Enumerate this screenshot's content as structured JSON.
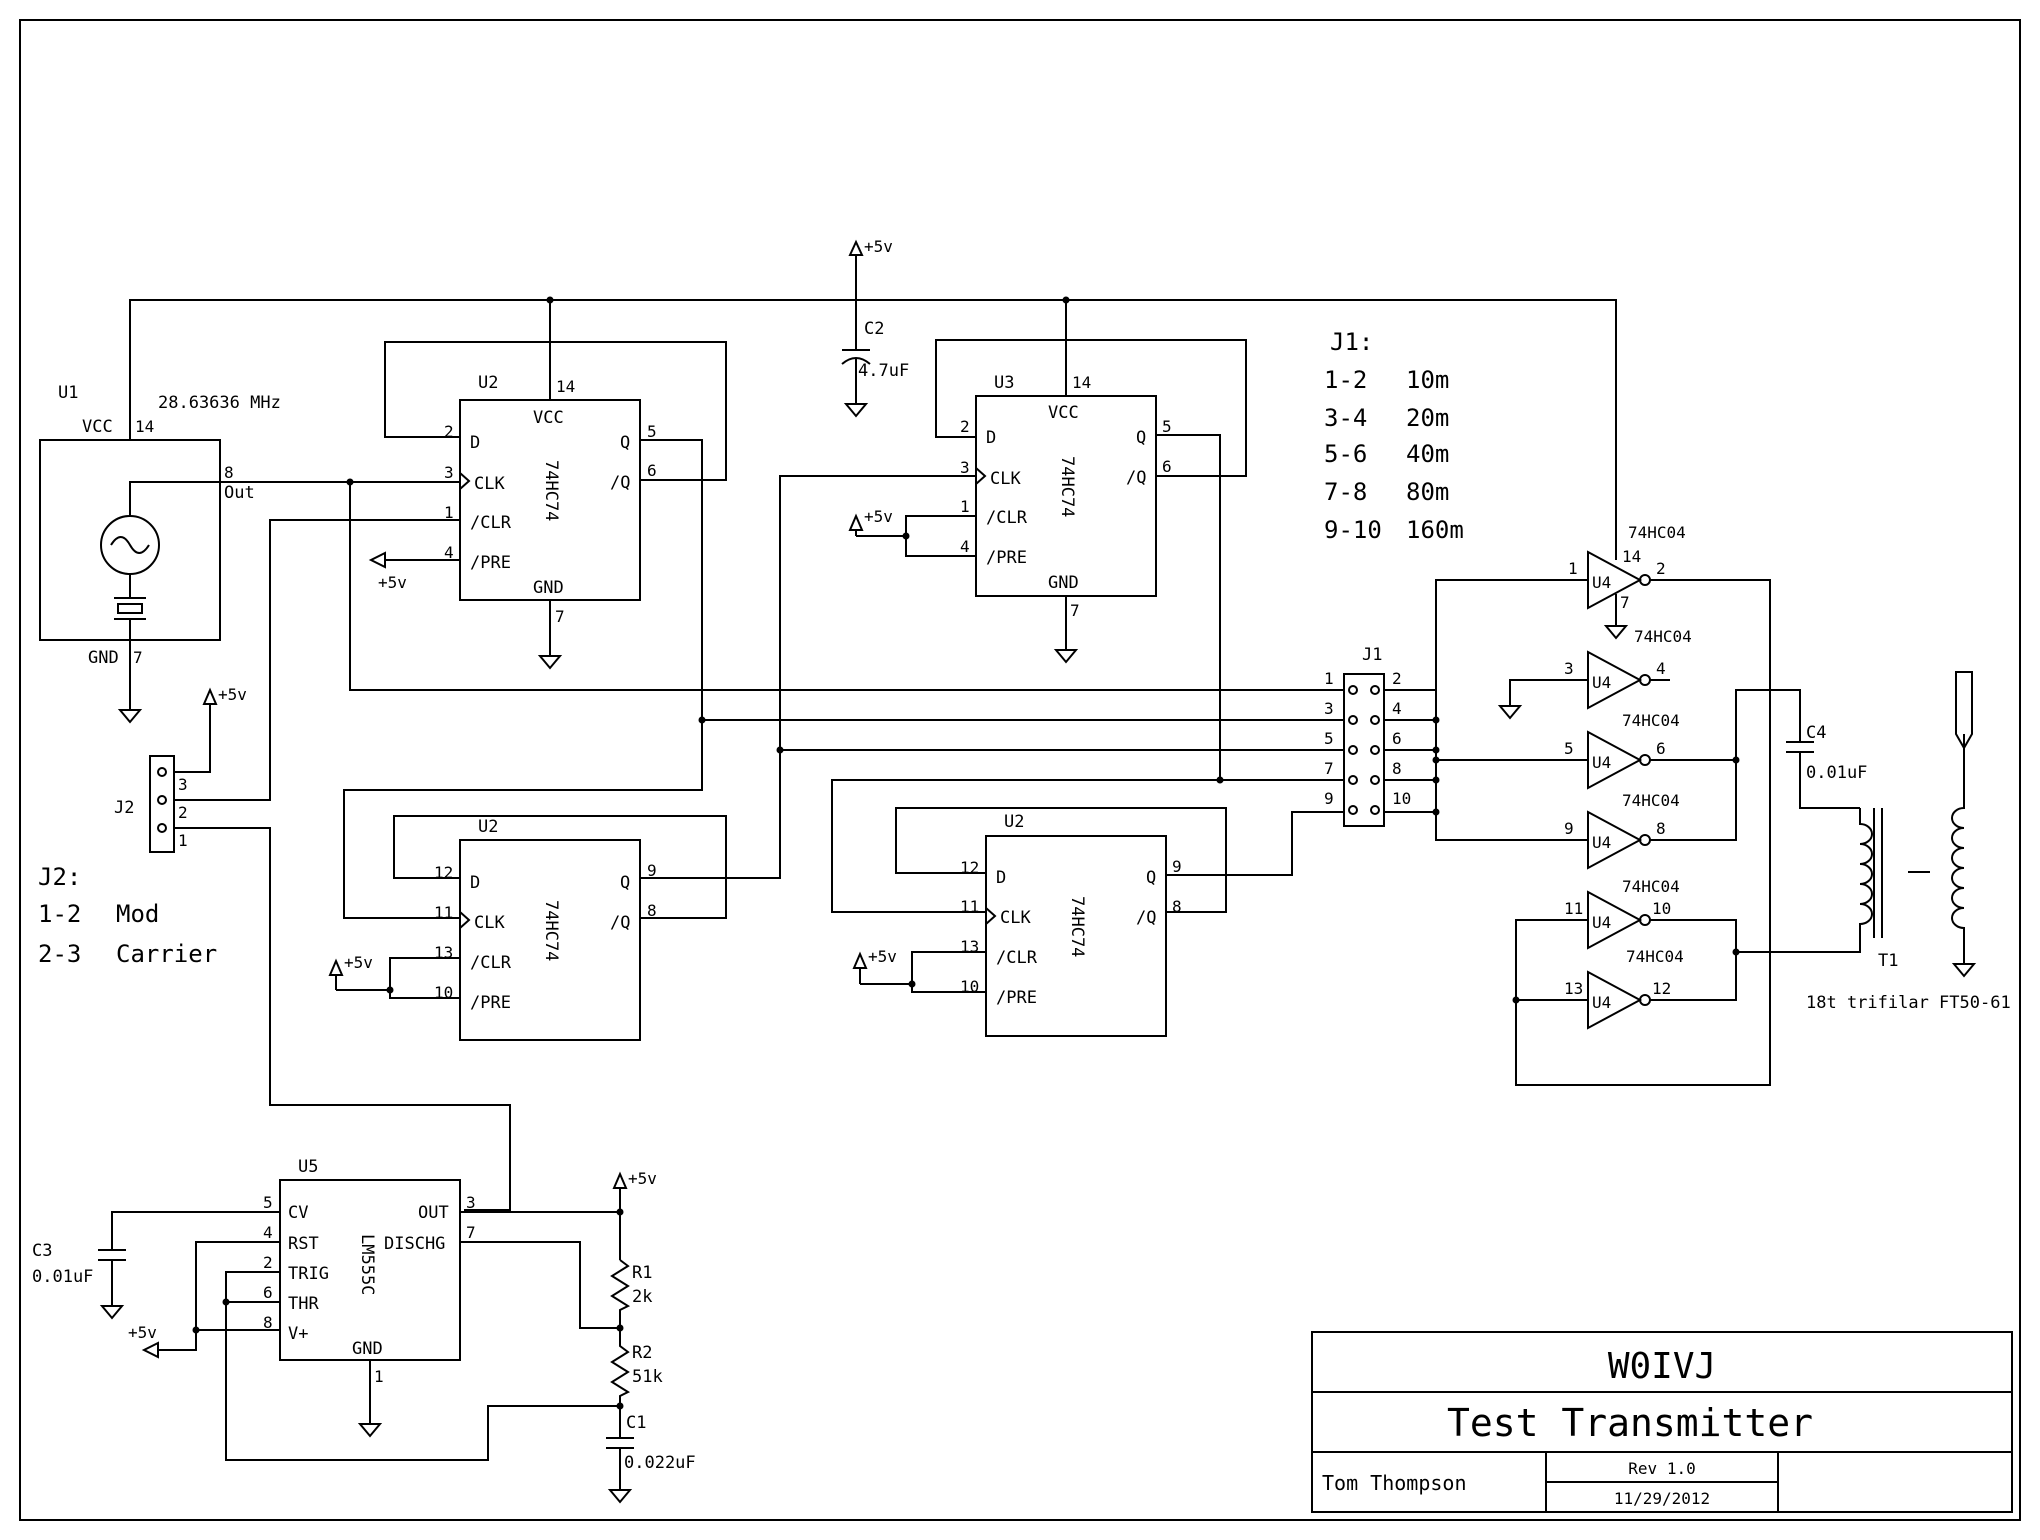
{
  "oscillator": {
    "ref": "U1",
    "freq": "28.63636 MHz",
    "vcc": "VCC",
    "vcc_pin": "14",
    "out_pin": "8",
    "out": "Out",
    "gnd": "GND",
    "gnd_pin": "7"
  },
  "supply": {
    "label": "+5v"
  },
  "ff_top_left": {
    "ref": "U2",
    "part": "74HC74",
    "pwr_pin": "14",
    "gnd_pin": "7",
    "vcc": "VCC",
    "gnd": "GND",
    "pins": {
      "d": "2",
      "clk": "3",
      "clr": "1",
      "pre": "4",
      "q": "5",
      "qn": "6"
    }
  },
  "ff_top_right": {
    "ref": "U3",
    "part": "74HC74",
    "pwr_pin": "14",
    "gnd_pin": "7",
    "vcc": "VCC",
    "gnd": "GND",
    "pins": {
      "d": "2",
      "clk": "3",
      "clr": "1",
      "pre": "4",
      "q": "5",
      "qn": "6"
    }
  },
  "ff_bottom_left": {
    "ref": "U2",
    "part": "74HC74",
    "pins": {
      "d": "12",
      "clk": "11",
      "clr": "13",
      "pre": "10",
      "q": "9",
      "qn": "8"
    }
  },
  "ff_bottom_right": {
    "ref": "U2",
    "part": "74HC74",
    "pins": {
      "d": "12",
      "clk": "11",
      "clr": "13",
      "pre": "10",
      "q": "9",
      "qn": "8"
    }
  },
  "pin_names": {
    "d": "D",
    "clk": "CLK",
    "clr": "/CLR",
    "pre": "/PRE",
    "q": "Q",
    "qn": "/Q"
  },
  "c2": {
    "ref": "C2",
    "value": "4.7uF"
  },
  "j1_legend": {
    "title": "J1:",
    "rows": [
      {
        "pins": "1-2",
        "band": "10m"
      },
      {
        "pins": "3-4",
        "band": "20m"
      },
      {
        "pins": "5-6",
        "band": "40m"
      },
      {
        "pins": "7-8",
        "band": "80m"
      },
      {
        "pins": "9-10",
        "band": "160m"
      }
    ]
  },
  "j1": {
    "ref": "J1",
    "left_pins": [
      "1",
      "3",
      "5",
      "7",
      "9"
    ],
    "right_pins": [
      "2",
      "4",
      "6",
      "8",
      "10"
    ]
  },
  "j2": {
    "ref": "J2",
    "pins": [
      "3",
      "2",
      "1"
    ]
  },
  "j2_legend": {
    "title": "J2:",
    "rows": [
      {
        "pins": "1-2",
        "mode": "Mod"
      },
      {
        "pins": "2-3",
        "mode": "Carrier"
      }
    ]
  },
  "inverters": {
    "part": "74HC04",
    "ref": "U4",
    "pwr_pin": "14",
    "gnd_pin": "7",
    "gates": [
      {
        "in": "1",
        "out": "2"
      },
      {
        "in": "3",
        "out": "4"
      },
      {
        "in": "5",
        "out": "6"
      },
      {
        "in": "9",
        "out": "8"
      },
      {
        "in": "11",
        "out": "10"
      },
      {
        "in": "13",
        "out": "12"
      }
    ]
  },
  "c4": {
    "ref": "C4",
    "value": "0.01uF"
  },
  "t1": {
    "ref": "T1",
    "desc": "18t trifilar FT50-61"
  },
  "timer": {
    "ref": "U5",
    "part": "LM555C",
    "pins": {
      "cv": "5",
      "rst": "4",
      "trig": "2",
      "thr": "6",
      "vplus": "8",
      "out": "3",
      "dischg": "7",
      "gnd": "1"
    },
    "names": {
      "cv": "CV",
      "rst": "RST",
      "trig": "TRIG",
      "thr": "THR",
      "vplus": "V+",
      "out": "OUT",
      "dischg": "DISCHG",
      "gnd": "GND"
    }
  },
  "c3": {
    "ref": "C3",
    "value": "0.01uF"
  },
  "r1": {
    "ref": "R1",
    "value": "2k"
  },
  "r2": {
    "ref": "R2",
    "value": "51k"
  },
  "c1": {
    "ref": "C1",
    "value": "0.022uF"
  },
  "title_block": {
    "callsign": "W0IVJ",
    "title": "Test Transmitter",
    "author": "Tom Thompson",
    "rev": "Rev 1.0",
    "date": "11/29/2012"
  }
}
